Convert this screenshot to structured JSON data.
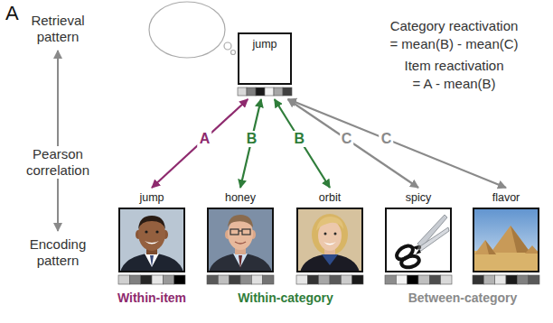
{
  "diagram": {
    "nodes": [
      {
        "text": [
          "jump"
        ]
      },
      {
        "text": [
          "jump"
        ]
      },
      {
        "text": [
          "honey"
        ]
      },
      {
        "text": [
          "orbit"
        ]
      },
      {
        "text": [
          "spicy"
        ]
      },
      {
        "text": [
          "flavor"
        ]
      }
    ],
    "edges": [
      {
        "from": 0,
        "to": 1,
        "label": "A",
        "arrow": "both"
      },
      {
        "from": 0,
        "to": 2,
        "label": "B",
        "arrow": "both"
      },
      {
        "from": 0,
        "to": 3,
        "label": "B",
        "arrow": "both"
      },
      {
        "from": 0,
        "to": 4,
        "label": "C",
        "arrow": "both"
      },
      {
        "from": 0,
        "to": 5,
        "label": "C",
        "arrow": "both"
      }
    ],
    "labels": [
      "A",
      "Retrieval pattern",
      "Pearson correlation",
      "Encoding pattern",
      "Category reactivation",
      "= mean(B) - mean(C)",
      "Item reactivation",
      "= A - mean(B)",
      "Within-item",
      "Within-category",
      "Between-category"
    ]
  }
}
